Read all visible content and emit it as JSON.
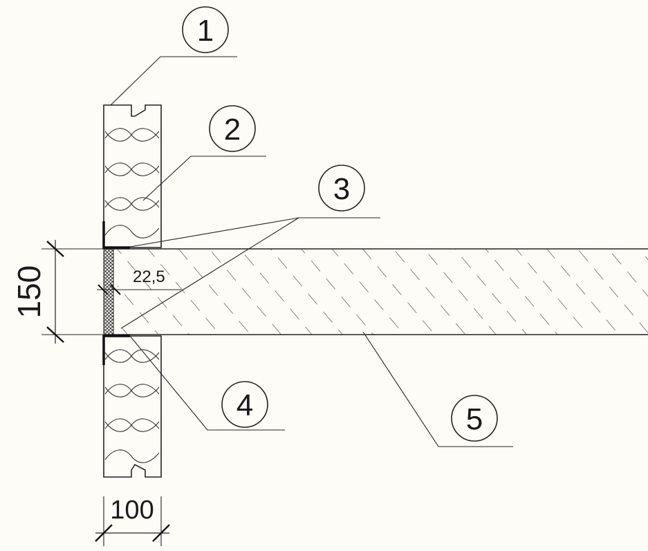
{
  "callouts": [
    {
      "id": "1",
      "label": "1"
    },
    {
      "id": "2",
      "label": "2"
    },
    {
      "id": "3",
      "label": "3"
    },
    {
      "id": "4",
      "label": "4"
    },
    {
      "id": "5",
      "label": "5"
    }
  ],
  "dimensions": {
    "slab_thickness": "150",
    "gap_width": "22,5",
    "wall_thickness": "100"
  }
}
